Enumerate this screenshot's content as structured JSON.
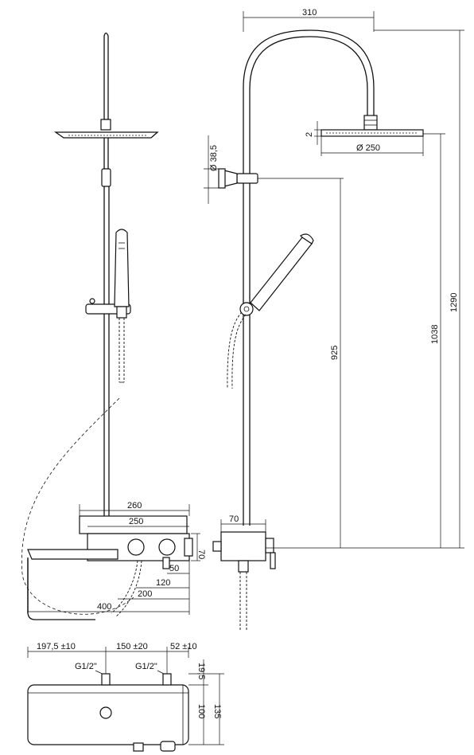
{
  "dimensions": {
    "top_width": "310",
    "head_thickness": "2",
    "head_diameter": "Ø 250",
    "bracket_diameter": "Ø 38,5",
    "height_bracket": "925",
    "height_head": "1038",
    "height_total": "1290",
    "mixer_depth": "70",
    "shelf_outer": "260",
    "shelf_inner": "250",
    "spout_reach": "400",
    "mixer_200": "200",
    "mixer_120": "120",
    "mixer_50": "50",
    "mixer_70": "70",
    "bottom_left": "197,5 ±10",
    "bottom_center": "150 ±20",
    "bottom_right": "52 ±10",
    "thread_left": "G1/2\"",
    "thread_right": "G1/2\"",
    "bottom_19_5": "19,5",
    "bottom_100": "100",
    "bottom_135": "135"
  }
}
